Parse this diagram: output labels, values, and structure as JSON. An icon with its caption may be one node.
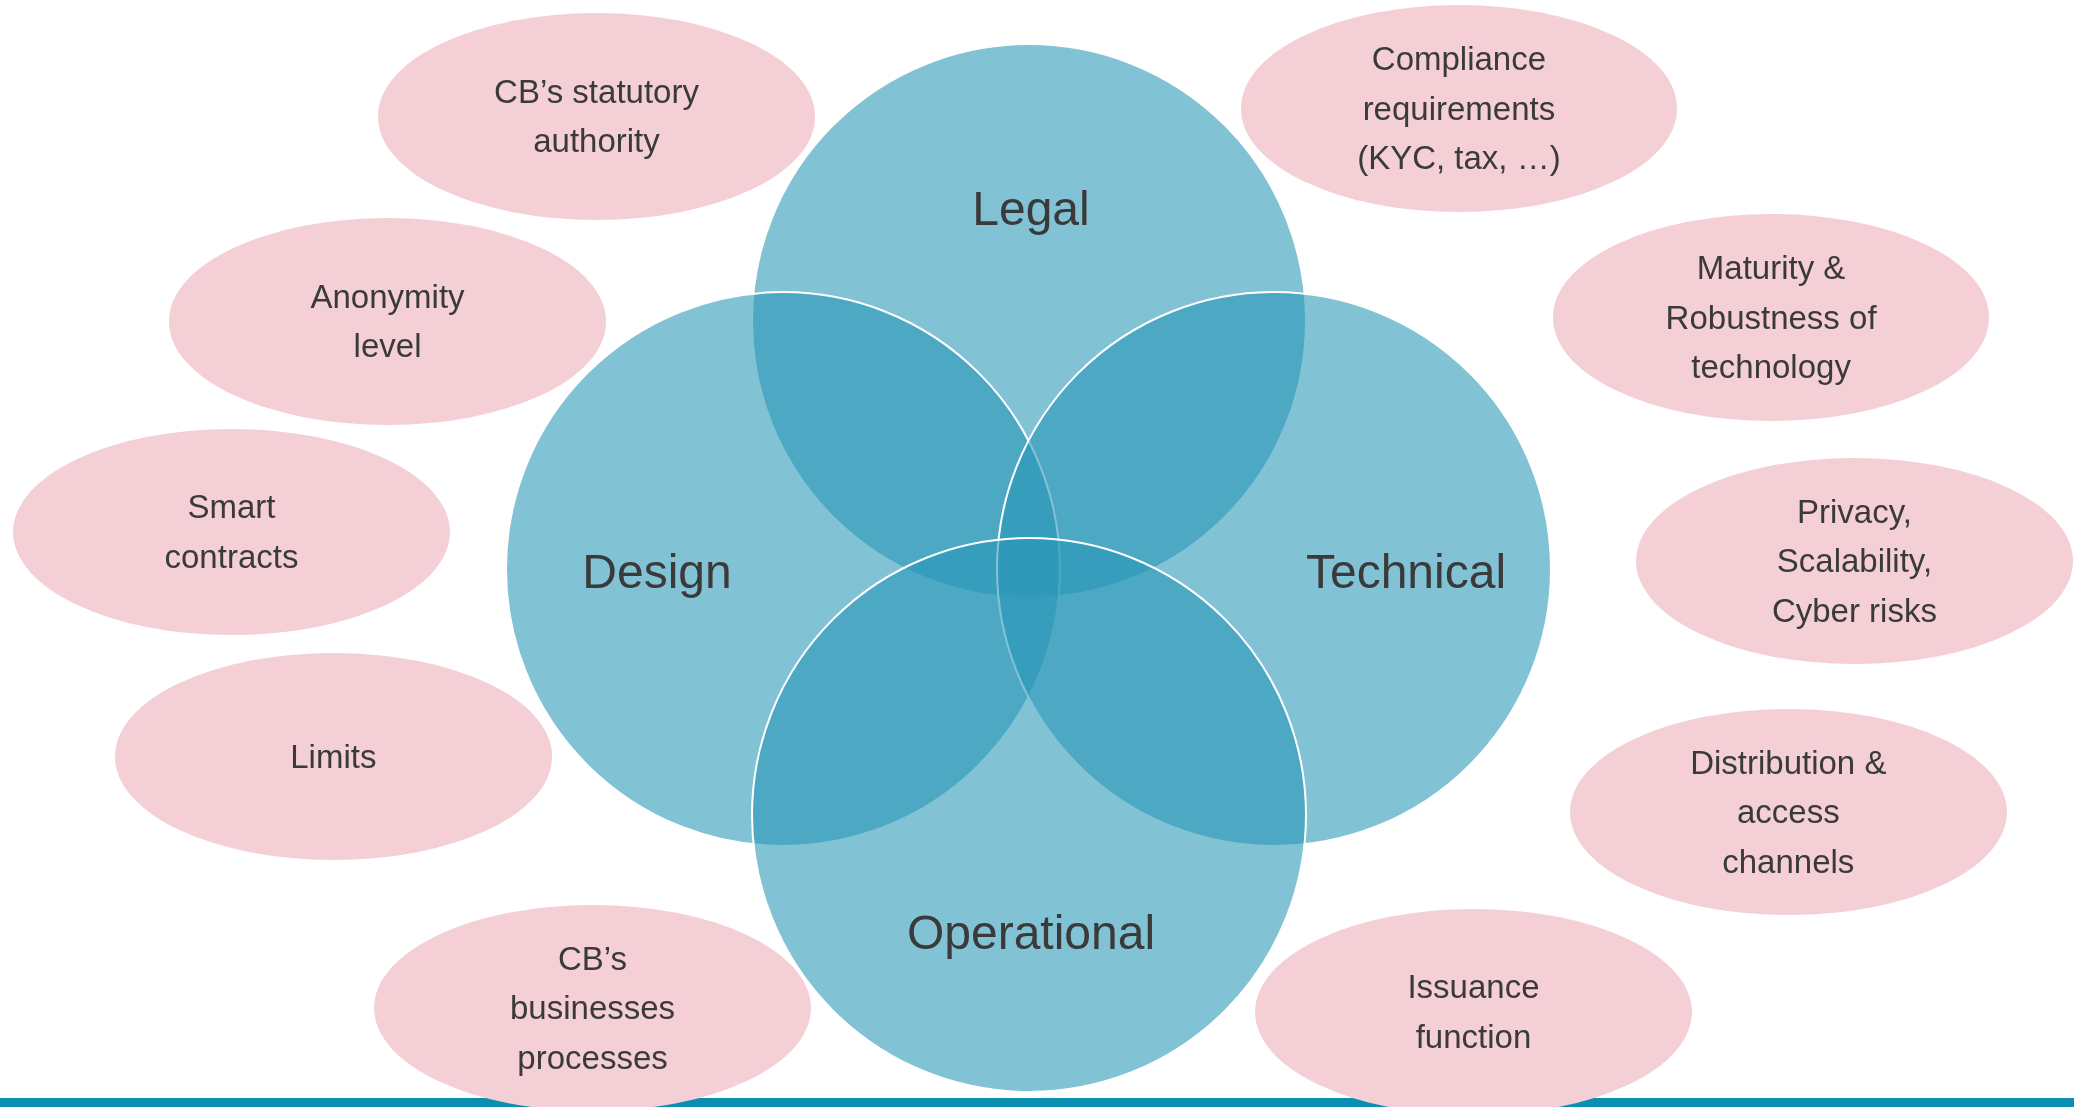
{
  "diagram": {
    "nodes": [
      {
        "text": [
          "Legal"
        ]
      },
      {
        "text": [
          "Design"
        ]
      },
      {
        "text": [
          "Technical"
        ]
      },
      {
        "text": [
          "Operational"
        ]
      },
      {
        "text": [
          "CB’s statutory authority"
        ]
      },
      {
        "text": [
          "Compliance requirements (KYC, tax, …)"
        ]
      },
      {
        "text": [
          "Anonymity level"
        ]
      },
      {
        "text": [
          "Maturity & Robustness of technology"
        ]
      },
      {
        "text": [
          "Smart contracts"
        ]
      },
      {
        "text": [
          "Privacy, Scalability, Cyber risks"
        ]
      },
      {
        "text": [
          "Limits"
        ]
      },
      {
        "text": [
          "Distribution & access channels"
        ]
      },
      {
        "text": [
          "CB’s businesses processes"
        ]
      },
      {
        "text": [
          "Issuance function"
        ]
      }
    ]
  }
}
